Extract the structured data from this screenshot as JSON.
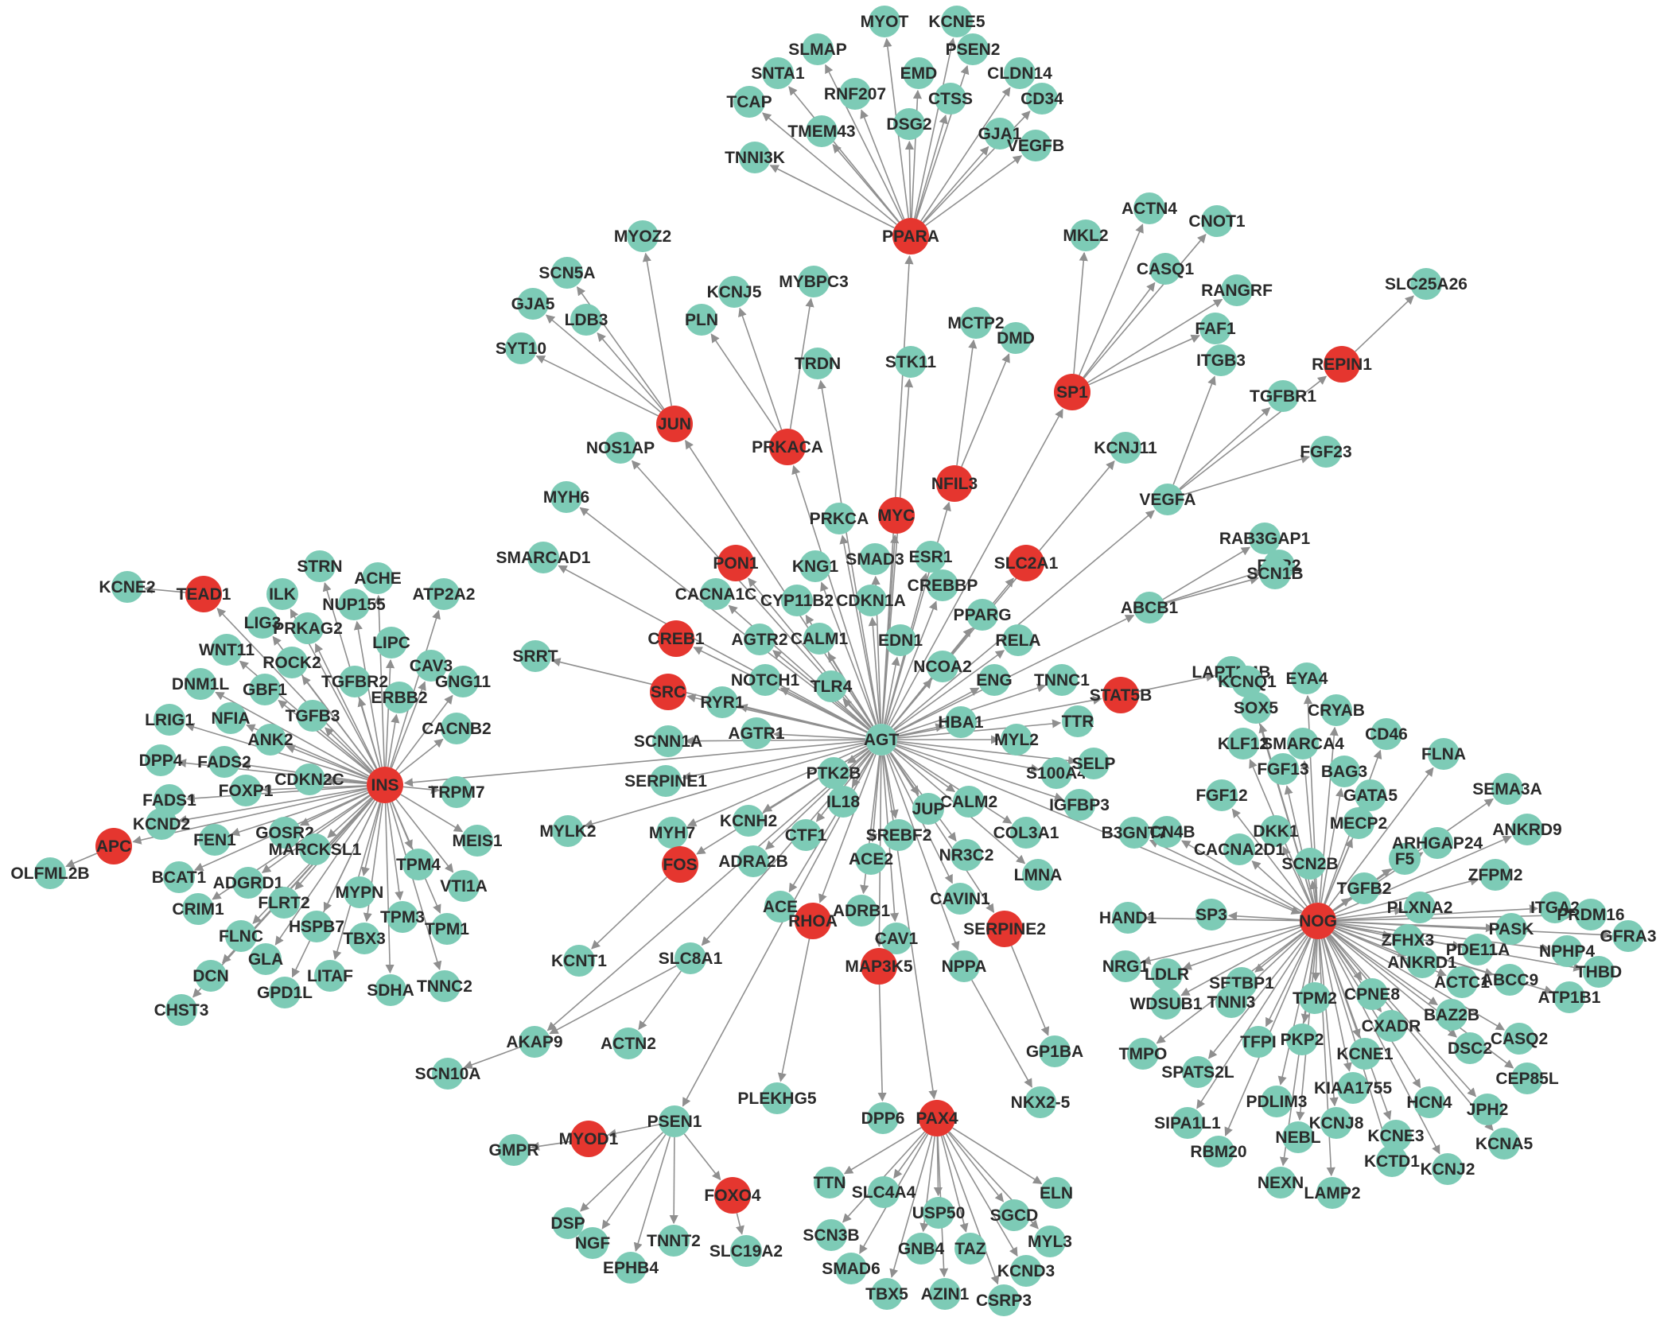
{
  "colors": {
    "hub": "#e5362f",
    "node": "#7dcbb6",
    "edge": "#8f8f8f",
    "label": "#2a2a2a"
  },
  "hubs": [
    "PPARA",
    "JUN",
    "PRKACA",
    "SP1",
    "REPIN1",
    "NFIL3",
    "MYC",
    "PON1",
    "SLC2A1",
    "CREB1",
    "SRC",
    "STAT5B",
    "TEAD1",
    "INS",
    "APC",
    "FOS",
    "RHOA",
    "MAP3K5",
    "SERPINE2",
    "NOG",
    "MYOD1",
    "FOXO4",
    "PAX4"
  ],
  "nodes": [
    "MYOT",
    "KCNE5",
    "SLMAP",
    "PSEN2",
    "SNTA1",
    "EMD",
    "CLDN14",
    "RNF207",
    "TCAP",
    "CTSS",
    "CD34",
    "TMEM43",
    "DSG2",
    "GJA1",
    "VEGFB",
    "TNNI3K",
    "PPARA",
    "ACTN4",
    "CNOT1",
    "MKL2",
    "CASQ1",
    "RANGRF",
    "SLC25A26",
    "FAF1",
    "ITGB3",
    "REPIN1",
    "SP1",
    "TGFBR1",
    "MYOZ2",
    "SCN5A",
    "MYBPC3",
    "KCNJ5",
    "GJA5",
    "LDB3",
    "PLN",
    "SYT10",
    "MCTP2",
    "DMD",
    "STK11",
    "TRDN",
    "JUN",
    "PRKACA",
    "NOS1AP",
    "KCNJ11",
    "FGF23",
    "NFIL3",
    "VEGFA",
    "MYH6",
    "MYC",
    "PRKCA",
    "RAB3GAP1",
    "RYR2",
    "SMARCAD1",
    "PON1",
    "KNG1",
    "SMAD3",
    "ESR1",
    "SLC2A1",
    "SCN1B",
    "KCNE2",
    "TEAD1",
    "CACNA1C",
    "CYP11B2",
    "CDKN1A",
    "CREBBP",
    "STRN",
    "ACHE",
    "ILK",
    "NUP155",
    "ATP2A2",
    "LIG3",
    "PRKAG2",
    "LIPC",
    "PPARG",
    "ABCB1",
    "CREB1",
    "AGTR2",
    "CALM1",
    "EDN1",
    "RELA",
    "WNT11",
    "ROCK2",
    "CAV3",
    "SRRT",
    "DNM1L",
    "GBF1",
    "TGFBR2",
    "ERBB2",
    "GNG11",
    "NOTCH1",
    "NCOA2",
    "ENG",
    "TNNC1",
    "LAPTM4B",
    "SRC",
    "TLR4",
    "STAT5B",
    "KCNQ1",
    "EYA4",
    "LRIG1",
    "NFIA",
    "TGFB3",
    "RYR1",
    "SOX5",
    "CRYAB",
    "CACNB2",
    "HBA1",
    "TTR",
    "ANK2",
    "AGTR1",
    "AGT",
    "MYL2",
    "DPP4",
    "FADS2",
    "SCNN1A",
    "KLF12",
    "SMARCA4",
    "CD46",
    "CDKN2C",
    "FGF13",
    "BAG3",
    "FOXP1",
    "INS",
    "TRPM7",
    "PTK2B",
    "FGF12",
    "GATA5",
    "FLNA",
    "SERPINE1",
    "S100A4",
    "SELP",
    "MECP2",
    "FADS1",
    "IL18",
    "SEMA3A",
    "KCND2",
    "GOSR2",
    "CALM2",
    "IGFBP3",
    "SCN4B",
    "DKK1",
    "SCN2B",
    "F5",
    "ARHGAP24",
    "ANKRD9",
    "APC",
    "FEN1",
    "MARCKSL1",
    "MEIS1",
    "MYLK2",
    "MYH7",
    "KCNH2",
    "JUP",
    "COL3A1",
    "CACNA2D1",
    "OLFML2B",
    "BCAT1",
    "ADGRD1",
    "TPM4",
    "VTI1A",
    "CTF1",
    "SREBF2",
    "B3GNT7",
    "TGFB2",
    "ZFPM2",
    "ACE2",
    "NR3C2",
    "ADRA2B",
    "LMNA",
    "PLXNA2",
    "ITGA2",
    "CRIM1",
    "FLRT2",
    "MYPN",
    "FOS",
    "ZFHX3",
    "PASK",
    "PRDM16",
    "TPM3",
    "TPM1",
    "CAVIN1",
    "HAND1",
    "SP3",
    "NOG",
    "GFRA3",
    "HSPB7",
    "TBX3",
    "ACE",
    "ADRB1",
    "SERPINE2",
    "PDE11A",
    "NPHP4",
    "FLNC",
    "RHOA",
    "CAV1",
    "GLA",
    "THBD",
    "ANKRD1",
    "ACTC1",
    "ABCC9",
    "ATP1B1",
    "DCN",
    "LITAF",
    "SDHA",
    "TNNC2",
    "GPD1L",
    "KCNT1",
    "SLC8A1",
    "MAP3K5",
    "NPPA",
    "NRG1",
    "LDLR",
    "CHST3",
    "WDSUB1",
    "SETBP1",
    "CPNE8",
    "TNNI3",
    "TPM2",
    "CXADR",
    "BAZ2B",
    "CASQ2",
    "AKAP9",
    "ACTN2",
    "GP1BA",
    "TMPO",
    "TFPI",
    "PKP2",
    "KCNE1",
    "DSC2",
    "CEP85L",
    "SCN10A",
    "SPATS2L",
    "KIAA1755",
    "PLEKHG5",
    "NKX2-5",
    "PDLIM3",
    "HCN4",
    "JPH2",
    "PSEN1",
    "DPP6",
    "PAX4",
    "SIPA1L1",
    "KCNJ8",
    "MYOD1",
    "GMPR",
    "RBM20",
    "NEBL",
    "KCNE3",
    "KCNA5",
    "KCTD1",
    "KCNJ2",
    "ELN",
    "TTN",
    "SLC4A4",
    "FOXO4",
    "NEXN",
    "LAMP2",
    "USP50",
    "SGCD",
    "DSP",
    "MYL3",
    "SCN3B",
    "NGF",
    "TNNT2",
    "SLC19A2",
    "SMAD6",
    "GNB4",
    "TAZ",
    "KCND3",
    "EPHB4",
    "TBX5",
    "AZIN1",
    "CSRP3"
  ],
  "edges": [
    [
      "PPARA",
      "TNNI3K"
    ],
    [
      "PPARA",
      "TCAP"
    ],
    [
      "PPARA",
      "SNTA1"
    ],
    [
      "PPARA",
      "TMEM43"
    ],
    [
      "PPARA",
      "SLMAP"
    ],
    [
      "PPARA",
      "RNF207"
    ],
    [
      "PPARA",
      "MYOT"
    ],
    [
      "PPARA",
      "DSG2"
    ],
    [
      "PPARA",
      "EMD"
    ],
    [
      "PPARA",
      "KCNE5"
    ],
    [
      "PPARA",
      "CTSS"
    ],
    [
      "PPARA",
      "PSEN2"
    ],
    [
      "PPARA",
      "CLDN14"
    ],
    [
      "PPARA",
      "GJA1"
    ],
    [
      "PPARA",
      "CD34"
    ],
    [
      "PPARA",
      "VEGFB"
    ],
    [
      "JUN",
      "SYT10"
    ],
    [
      "JUN",
      "GJA5"
    ],
    [
      "JUN",
      "SCN5A"
    ],
    [
      "JUN",
      "LDB3"
    ],
    [
      "JUN",
      "MYOZ2"
    ],
    [
      "PRKACA",
      "PLN"
    ],
    [
      "PRKACA",
      "KCNJ5"
    ],
    [
      "PRKACA",
      "MYBPC3"
    ],
    [
      "SP1",
      "MKL2"
    ],
    [
      "SP1",
      "ACTN4"
    ],
    [
      "SP1",
      "CASQ1"
    ],
    [
      "SP1",
      "CNOT1"
    ],
    [
      "SP1",
      "RANGRF"
    ],
    [
      "SP1",
      "FAF1"
    ],
    [
      "REPIN1",
      "SLC25A26"
    ],
    [
      "NFIL3",
      "MCTP2"
    ],
    [
      "NFIL3",
      "DMD"
    ],
    [
      "VEGFA",
      "ITGB3"
    ],
    [
      "VEGFA",
      "REPIN1"
    ],
    [
      "VEGFA",
      "TGFBR1"
    ],
    [
      "VEGFA",
      "FGF23"
    ],
    [
      "ABCB1",
      "RAB3GAP1"
    ],
    [
      "ABCB1",
      "RYR2"
    ],
    [
      "ABCB1",
      "SCN1B"
    ],
    [
      "TEAD1",
      "KCNE2"
    ],
    [
      "INS",
      "TEAD1"
    ],
    [
      "INS",
      "ILK"
    ],
    [
      "INS",
      "STRN"
    ],
    [
      "INS",
      "ACHE"
    ],
    [
      "INS",
      "LIG3"
    ],
    [
      "INS",
      "NUP155"
    ],
    [
      "INS",
      "ATP2A2"
    ],
    [
      "INS",
      "PRKAG2"
    ],
    [
      "INS",
      "LIPC"
    ],
    [
      "INS",
      "WNT11"
    ],
    [
      "INS",
      "ROCK2"
    ],
    [
      "INS",
      "CAV3"
    ],
    [
      "INS",
      "DNM1L"
    ],
    [
      "INS",
      "GBF1"
    ],
    [
      "INS",
      "TGFBR2"
    ],
    [
      "INS",
      "ERBB2"
    ],
    [
      "INS",
      "GNG11"
    ],
    [
      "INS",
      "LRIG1"
    ],
    [
      "INS",
      "NFIA"
    ],
    [
      "INS",
      "TGFB3"
    ],
    [
      "INS",
      "CACNB2"
    ],
    [
      "INS",
      "ANK2"
    ],
    [
      "INS",
      "DPP4"
    ],
    [
      "INS",
      "FADS2"
    ],
    [
      "INS",
      "CDKN2C"
    ],
    [
      "INS",
      "FOXP1"
    ],
    [
      "INS",
      "TRPM7"
    ],
    [
      "INS",
      "FADS1"
    ],
    [
      "INS",
      "KCND2"
    ],
    [
      "INS",
      "GOSR2"
    ],
    [
      "INS",
      "FEN1"
    ],
    [
      "INS",
      "MARCKSL1"
    ],
    [
      "INS",
      "MEIS1"
    ],
    [
      "INS",
      "APC"
    ],
    [
      "INS",
      "BCAT1"
    ],
    [
      "INS",
      "ADGRD1"
    ],
    [
      "INS",
      "TPM4"
    ],
    [
      "INS",
      "VTI1A"
    ],
    [
      "INS",
      "CRIM1"
    ],
    [
      "INS",
      "FLRT2"
    ],
    [
      "INS",
      "MYPN"
    ],
    [
      "INS",
      "TPM3"
    ],
    [
      "INS",
      "TPM1"
    ],
    [
      "INS",
      "HSPB7"
    ],
    [
      "INS",
      "TBX3"
    ],
    [
      "INS",
      "FLNC"
    ],
    [
      "INS",
      "GLA"
    ],
    [
      "INS",
      "DCN"
    ],
    [
      "INS",
      "LITAF"
    ],
    [
      "INS",
      "SDHA"
    ],
    [
      "INS",
      "TNNC2"
    ],
    [
      "INS",
      "GPD1L"
    ],
    [
      "INS",
      "CHST3"
    ],
    [
      "APC",
      "OLFML2B"
    ],
    [
      "AGT",
      "INS"
    ],
    [
      "AGT",
      "JUN"
    ],
    [
      "AGT",
      "PRKACA"
    ],
    [
      "AGT",
      "NOS1AP"
    ],
    [
      "AGT",
      "MYH6"
    ],
    [
      "AGT",
      "SMARCAD1"
    ],
    [
      "AGT",
      "PON1"
    ],
    [
      "AGT",
      "CREB1"
    ],
    [
      "AGT",
      "SRRT"
    ],
    [
      "AGT",
      "SRC"
    ],
    [
      "AGT",
      "TRDN"
    ],
    [
      "AGT",
      "STK11"
    ],
    [
      "AGT",
      "PPARA"
    ],
    [
      "AGT",
      "NFIL3"
    ],
    [
      "AGT",
      "MYC"
    ],
    [
      "AGT",
      "PRKCA"
    ],
    [
      "AGT",
      "SP1"
    ],
    [
      "AGT",
      "KCNJ11"
    ],
    [
      "AGT",
      "SLC2A1"
    ],
    [
      "AGT",
      "VEGFA"
    ],
    [
      "AGT",
      "ABCB1"
    ],
    [
      "AGT",
      "KNG1"
    ],
    [
      "AGT",
      "SMAD3"
    ],
    [
      "AGT",
      "ESR1"
    ],
    [
      "AGT",
      "CACNA1C"
    ],
    [
      "AGT",
      "CYP11B2"
    ],
    [
      "AGT",
      "CDKN1A"
    ],
    [
      "AGT",
      "CREBBP"
    ],
    [
      "AGT",
      "PPARG"
    ],
    [
      "AGT",
      "AGTR2"
    ],
    [
      "AGT",
      "CALM1"
    ],
    [
      "AGT",
      "EDN1"
    ],
    [
      "AGT",
      "RELA"
    ],
    [
      "AGT",
      "NOTCH1"
    ],
    [
      "AGT",
      "NCOA2"
    ],
    [
      "AGT",
      "ENG"
    ],
    [
      "AGT",
      "TNNC1"
    ],
    [
      "AGT",
      "TLR4"
    ],
    [
      "AGT",
      "STAT5B"
    ],
    [
      "AGT",
      "RYR1"
    ],
    [
      "AGT",
      "HBA1"
    ],
    [
      "AGT",
      "TTR"
    ],
    [
      "AGT",
      "AGTR1"
    ],
    [
      "AGT",
      "MYL2"
    ],
    [
      "AGT",
      "SCNN1A"
    ],
    [
      "AGT",
      "PTK2B"
    ],
    [
      "AGT",
      "SERPINE1"
    ],
    [
      "AGT",
      "S100A4"
    ],
    [
      "AGT",
      "SELP"
    ],
    [
      "AGT",
      "IL18"
    ],
    [
      "AGT",
      "CALM2"
    ],
    [
      "AGT",
      "IGFBP3"
    ],
    [
      "AGT",
      "MYLK2"
    ],
    [
      "AGT",
      "MYH7"
    ],
    [
      "AGT",
      "KCNH2"
    ],
    [
      "AGT",
      "JUP"
    ],
    [
      "AGT",
      "COL3A1"
    ],
    [
      "AGT",
      "CTF1"
    ],
    [
      "AGT",
      "SREBF2"
    ],
    [
      "AGT",
      "ACE2"
    ],
    [
      "AGT",
      "NR3C2"
    ],
    [
      "AGT",
      "ADRA2B"
    ],
    [
      "AGT",
      "LMNA"
    ],
    [
      "AGT",
      "FOS"
    ],
    [
      "AGT",
      "CAVIN1"
    ],
    [
      "AGT",
      "ACE"
    ],
    [
      "AGT",
      "ADRB1"
    ],
    [
      "AGT",
      "SERPINE2"
    ],
    [
      "AGT",
      "RHOA"
    ],
    [
      "AGT",
      "CAV1"
    ],
    [
      "AGT",
      "SLC8A1"
    ],
    [
      "AGT",
      "MAP3K5"
    ],
    [
      "AGT",
      "NPPA"
    ],
    [
      "AGT",
      "AKAP9"
    ],
    [
      "AGT",
      "PSEN1"
    ],
    [
      "AGT",
      "PAX4"
    ],
    [
      "AGT",
      "NOG"
    ],
    [
      "STAT5B",
      "LAPTM4B"
    ],
    [
      "FOS",
      "KCNT1"
    ],
    [
      "SLC8A1",
      "AKAP9"
    ],
    [
      "SLC8A1",
      "ACTN2"
    ],
    [
      "AKAP9",
      "SCN10A"
    ],
    [
      "RHOA",
      "PLEKHG5"
    ],
    [
      "MAP3K5",
      "DPP6"
    ],
    [
      "SERPINE2",
      "GP1BA"
    ],
    [
      "NPPA",
      "NKX2-5"
    ],
    [
      "PSEN1",
      "MYOD1"
    ],
    [
      "PSEN1",
      "DSP"
    ],
    [
      "PSEN1",
      "NGF"
    ],
    [
      "PSEN1",
      "EPHB4"
    ],
    [
      "PSEN1",
      "TNNT2"
    ],
    [
      "PSEN1",
      "FOXO4"
    ],
    [
      "MYOD1",
      "GMPR"
    ],
    [
      "FOXO4",
      "SLC19A2"
    ],
    [
      "PAX4",
      "TTN"
    ],
    [
      "PAX4",
      "SLC4A4"
    ],
    [
      "PAX4",
      "SCN3B"
    ],
    [
      "PAX4",
      "SMAD6"
    ],
    [
      "PAX4",
      "TBX5"
    ],
    [
      "PAX4",
      "GNB4"
    ],
    [
      "PAX4",
      "AZIN1"
    ],
    [
      "PAX4",
      "USP50"
    ],
    [
      "PAX4",
      "TAZ"
    ],
    [
      "PAX4",
      "CSRP3"
    ],
    [
      "PAX4",
      "SGCD"
    ],
    [
      "PAX4",
      "KCND3"
    ],
    [
      "PAX4",
      "MYL3"
    ],
    [
      "PAX4",
      "ELN"
    ],
    [
      "NOG",
      "B3GNT7"
    ],
    [
      "NOG",
      "KCNQ1"
    ],
    [
      "NOG",
      "EYA4"
    ],
    [
      "NOG",
      "SOX5"
    ],
    [
      "NOG",
      "CRYAB"
    ],
    [
      "NOG",
      "KLF12"
    ],
    [
      "NOG",
      "SMARCA4"
    ],
    [
      "NOG",
      "CD46"
    ],
    [
      "NOG",
      "FGF13"
    ],
    [
      "NOG",
      "BAG3"
    ],
    [
      "NOG",
      "FGF12"
    ],
    [
      "NOG",
      "GATA5"
    ],
    [
      "NOG",
      "FLNA"
    ],
    [
      "NOG",
      "MECP2"
    ],
    [
      "NOG",
      "SEMA3A"
    ],
    [
      "NOG",
      "SCN4B"
    ],
    [
      "NOG",
      "DKK1"
    ],
    [
      "NOG",
      "SCN2B"
    ],
    [
      "NOG",
      "F5"
    ],
    [
      "NOG",
      "ARHGAP24"
    ],
    [
      "NOG",
      "ANKRD9"
    ],
    [
      "NOG",
      "CACNA2D1"
    ],
    [
      "NOG",
      "TGFB2"
    ],
    [
      "NOG",
      "ZFPM2"
    ],
    [
      "NOG",
      "PLXNA2"
    ],
    [
      "NOG",
      "ITGA2"
    ],
    [
      "NOG",
      "ZFHX3"
    ],
    [
      "NOG",
      "PASK"
    ],
    [
      "NOG",
      "PRDM16"
    ],
    [
      "NOG",
      "HAND1"
    ],
    [
      "NOG",
      "SP3"
    ],
    [
      "NOG",
      "GFRA3"
    ],
    [
      "NOG",
      "PDE11A"
    ],
    [
      "NOG",
      "NPHP4"
    ],
    [
      "NOG",
      "THBD"
    ],
    [
      "NOG",
      "ANKRD1"
    ],
    [
      "NOG",
      "ACTC1"
    ],
    [
      "NOG",
      "ABCC9"
    ],
    [
      "NOG",
      "ATP1B1"
    ],
    [
      "NOG",
      "NRG1"
    ],
    [
      "NOG",
      "LDLR"
    ],
    [
      "NOG",
      "WDSUB1"
    ],
    [
      "NOG",
      "SETBP1"
    ],
    [
      "NOG",
      "CPNE8"
    ],
    [
      "NOG",
      "TNNI3"
    ],
    [
      "NOG",
      "TPM2"
    ],
    [
      "NOG",
      "CXADR"
    ],
    [
      "NOG",
      "BAZ2B"
    ],
    [
      "NOG",
      "CASQ2"
    ],
    [
      "NOG",
      "TMPO"
    ],
    [
      "NOG",
      "TFPI"
    ],
    [
      "NOG",
      "PKP2"
    ],
    [
      "NOG",
      "KCNE1"
    ],
    [
      "NOG",
      "DSC2"
    ],
    [
      "NOG",
      "CEP85L"
    ],
    [
      "NOG",
      "SPATS2L"
    ],
    [
      "NOG",
      "KIAA1755"
    ],
    [
      "NOG",
      "PDLIM3"
    ],
    [
      "NOG",
      "HCN4"
    ],
    [
      "NOG",
      "JPH2"
    ],
    [
      "NOG",
      "SIPA1L1"
    ],
    [
      "NOG",
      "KCNJ8"
    ],
    [
      "NOG",
      "RBM20"
    ],
    [
      "NOG",
      "NEBL"
    ],
    [
      "NOG",
      "KCNE3"
    ],
    [
      "NOG",
      "KCNA5"
    ],
    [
      "NOG",
      "KCTD1"
    ],
    [
      "NOG",
      "KCNJ2"
    ],
    [
      "NOG",
      "NEXN"
    ],
    [
      "NOG",
      "LAMP2"
    ]
  ]
}
